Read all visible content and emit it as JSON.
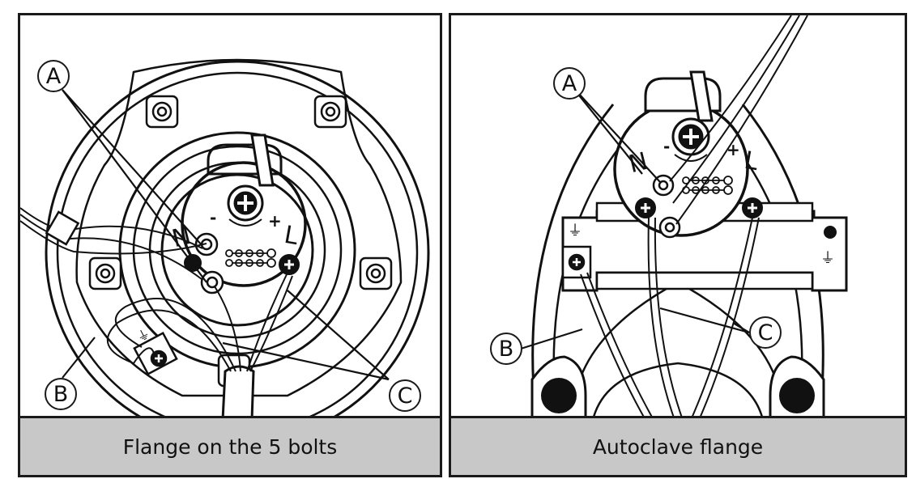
{
  "panels": [
    {
      "caption": "Flange on the 5 bolts",
      "callouts": {
        "a": "A",
        "b": "B",
        "c": "C"
      },
      "terminals": {
        "n": "N",
        "l": "L"
      },
      "signs": {
        "minus": "-",
        "plus": "+"
      }
    },
    {
      "caption": "Autoclave flange",
      "callouts": {
        "a": "A",
        "b": "B",
        "c": "C"
      },
      "terminals": {
        "n": "N",
        "l": "L"
      },
      "signs": {
        "minus": "-",
        "plus": "+"
      }
    }
  ]
}
